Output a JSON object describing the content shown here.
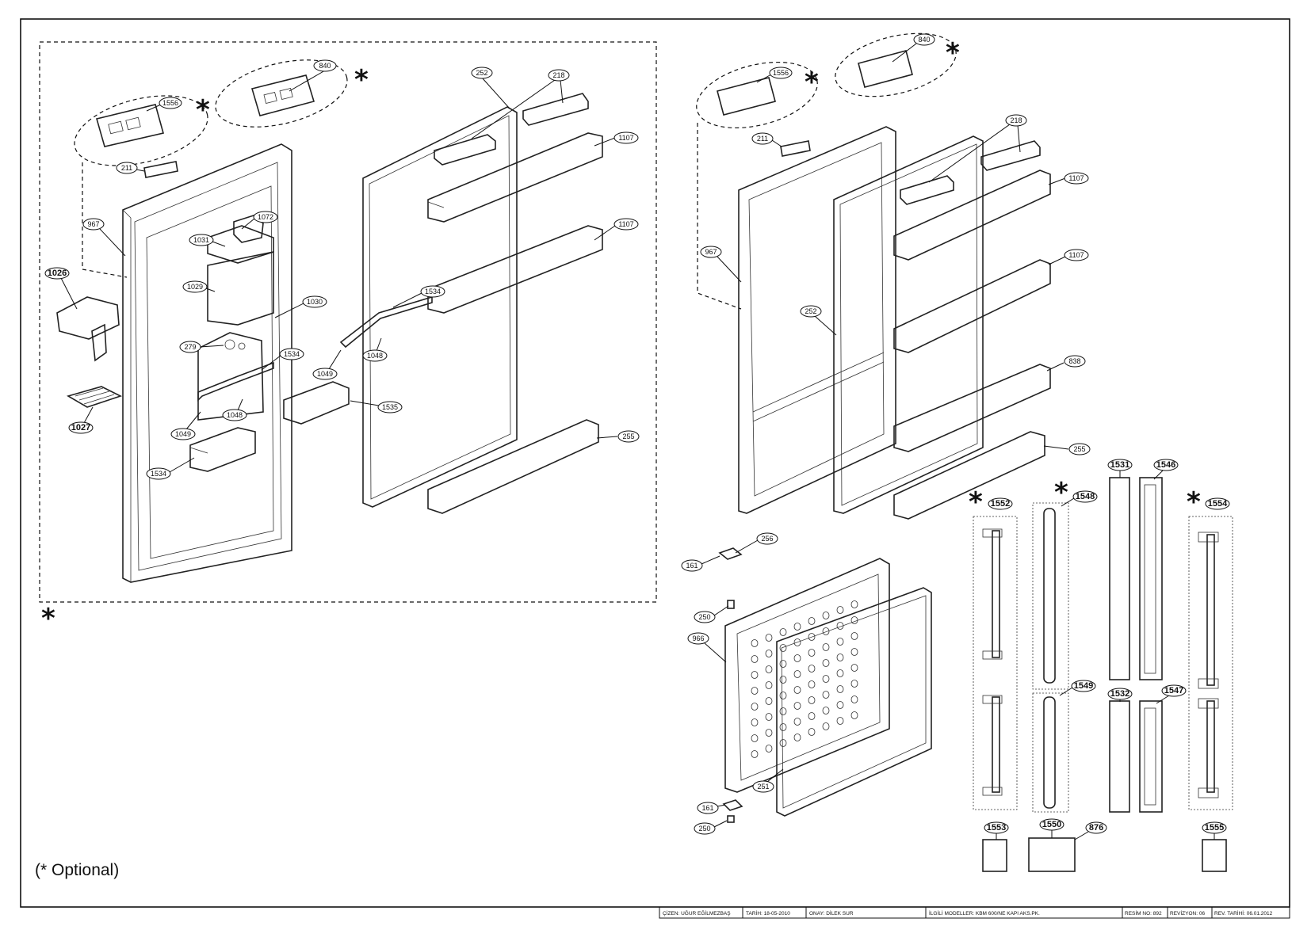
{
  "labels": {
    "l840a": "840",
    "l1556a": "1556",
    "l252a": "252",
    "l218a": "218",
    "l1107a": "1107",
    "l211a": "211",
    "l967a": "967",
    "l1072": "1072",
    "l1031": "1031",
    "l1026": "1026",
    "l1107b": "1107",
    "l1029": "1029",
    "l1030": "1030",
    "l1534a": "1534",
    "l279": "279",
    "l1534b": "1534",
    "l1049a": "1049",
    "l1048a": "1048",
    "l1535": "1535",
    "l1027": "1027",
    "l1048b": "1048",
    "l1049b": "1049",
    "l255a": "255",
    "l1534c": "1534",
    "l1556b": "1556",
    "l840b": "840",
    "l211b": "211",
    "l218b": "218",
    "l1107c": "1107",
    "l967b": "967",
    "l1107d": "1107",
    "l252b": "252",
    "l838": "838",
    "l255b": "255",
    "l1531": "1531",
    "l1546": "1546",
    "l1552": "1552",
    "l1548": "1548",
    "l1554": "1554",
    "l256": "256",
    "l161a": "161",
    "l250a": "250",
    "l966": "966",
    "l1549": "1549",
    "l1532": "1532",
    "l1547": "1547",
    "l251": "251",
    "l161b": "161",
    "l250b": "250",
    "l1553": "1553",
    "l1550": "1550",
    "l876": "876",
    "l1555": "1555"
  },
  "optional_note": "(* Optional)",
  "star_glyph": "*",
  "title_block": {
    "drawn": "ÇİZEN: UĞUR EĞİLMEZBAŞ",
    "date": "TARİH: 18-05-2010",
    "approved": "ONAY: DİLEK SUR",
    "models": "İLGİLİ MODELLER: KBM 600/NE KAPI AKS.PK.",
    "drawing_no": "RESİM NO: 892",
    "revision": "REVİZYON: 06",
    "rev_date": "REV. TARİHİ: 06.01.2012"
  }
}
